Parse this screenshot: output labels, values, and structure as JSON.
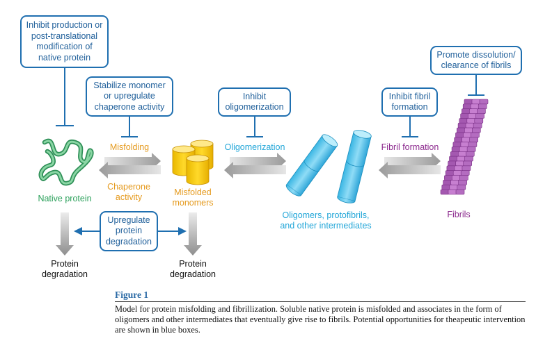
{
  "boxes": {
    "inhibit_production": "Inhibit production or post-translational modification of native protein",
    "stabilize_monomer": "Stabilize monomer or upregulate chaperone activity",
    "inhibit_oligomerization": "Inhibit oligomerization",
    "inhibit_fibril": "Inhibit fibril formation",
    "promote_dissolution": "Promote dissolution/ clearance of fibrils",
    "upregulate_degradation": "Upregulate protein degradation"
  },
  "labels": {
    "misfolding": "Misfolding",
    "chaperone": "Chaperone activity",
    "oligomerization": "Oligomerization",
    "fibril_formation": "Fibril formation",
    "native_protein": "Native protein",
    "misfolded_monomers": "Misfolded monomers",
    "oligomers": "Oligomers, protofibrils, and other intermediates",
    "fibrils": "Fibrils",
    "degradation_left": "Protein degradation",
    "degradation_right": "Protein degradation"
  },
  "figure": {
    "title": "Figure 1",
    "caption": "Model for protein misfolding and fibrillization. Soluble native protein is misfolded and associates in the form of oligomers and other intermediates that eventually give rise to fibrils. Potential opportunities for theapeutic intervention are shown in blue boxes."
  },
  "colors": {
    "box_border": "#1f6fb0",
    "misfolding_label": "#e59a1e",
    "native_label": "#2aa05a",
    "oligomer_label": "#22a6d8",
    "fibril_label": "#8c2a8e"
  }
}
